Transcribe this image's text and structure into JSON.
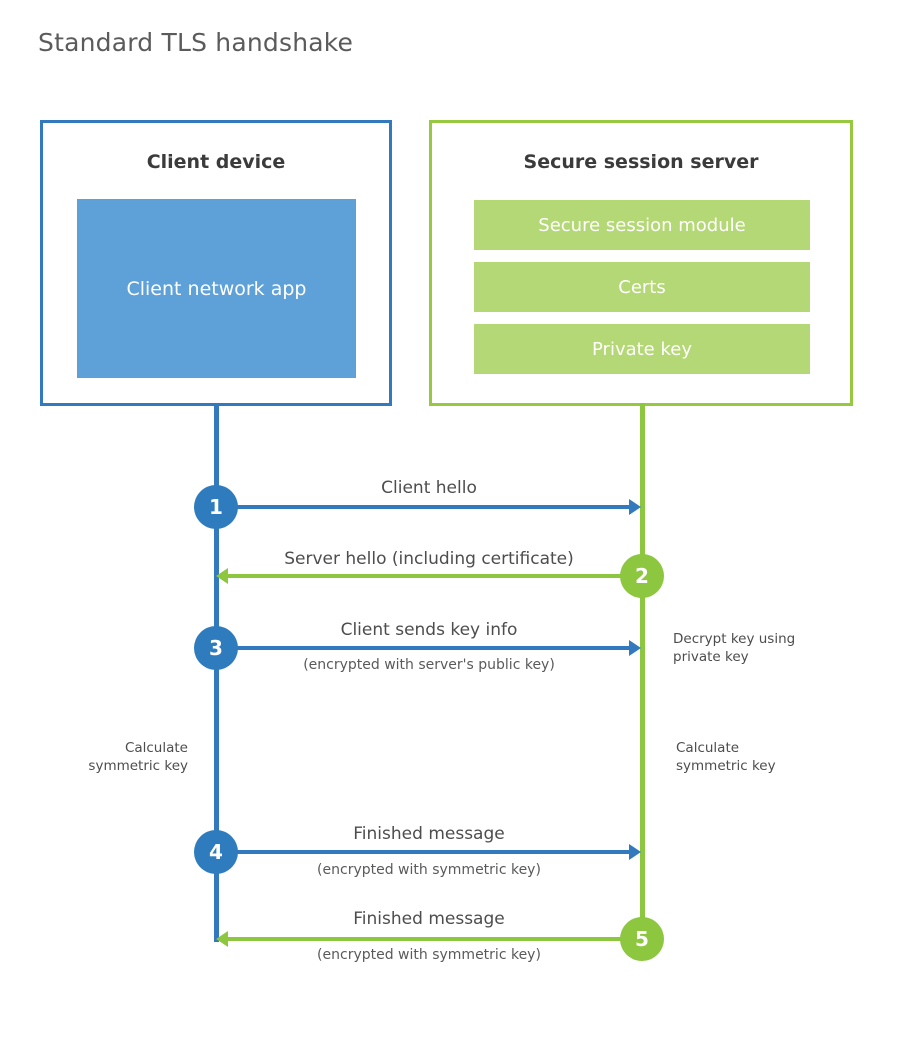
{
  "title": "Standard TLS handshake",
  "colors": {
    "client_blue": "#3279bd",
    "client_app_fill": "#5ea0d8",
    "step_blue": "#2e7cbe",
    "server_green": "#96c93f",
    "server_block_fill": "#b3d875",
    "step_green": "#8dc63f",
    "title_gray": "#5b5b5b",
    "text_gray": "#4d4d4d",
    "background": "#ffffff"
  },
  "client": {
    "title": "Client device",
    "app_label": "Client network app"
  },
  "server": {
    "title": "Secure session server",
    "blocks": [
      {
        "label": "Secure session module"
      },
      {
        "label": "Certs"
      },
      {
        "label": "Private key"
      }
    ]
  },
  "steps": [
    {
      "number": "1",
      "label": "Client hello",
      "sublabel": "",
      "direction": "client-to-server",
      "origin": "client"
    },
    {
      "number": "2",
      "label": "Server hello (including certificate)",
      "sublabel": "",
      "direction": "server-to-client",
      "origin": "server"
    },
    {
      "number": "3",
      "label": "Client sends key info",
      "sublabel": "(encrypted with server's public key)",
      "direction": "client-to-server",
      "origin": "client"
    },
    {
      "number": "4",
      "label": "Finished message",
      "sublabel": "(encrypted with symmetric key)",
      "direction": "client-to-server",
      "origin": "client"
    },
    {
      "number": "5",
      "label": "Finished message",
      "sublabel": "(encrypted with symmetric key)",
      "direction": "server-to-client",
      "origin": "server"
    }
  ],
  "notes": {
    "server_decrypt": "Decrypt key using\nprivate key",
    "client_calculate": "Calculate\nsymmetric key",
    "server_calculate": "Calculate\nsymmetric key"
  }
}
